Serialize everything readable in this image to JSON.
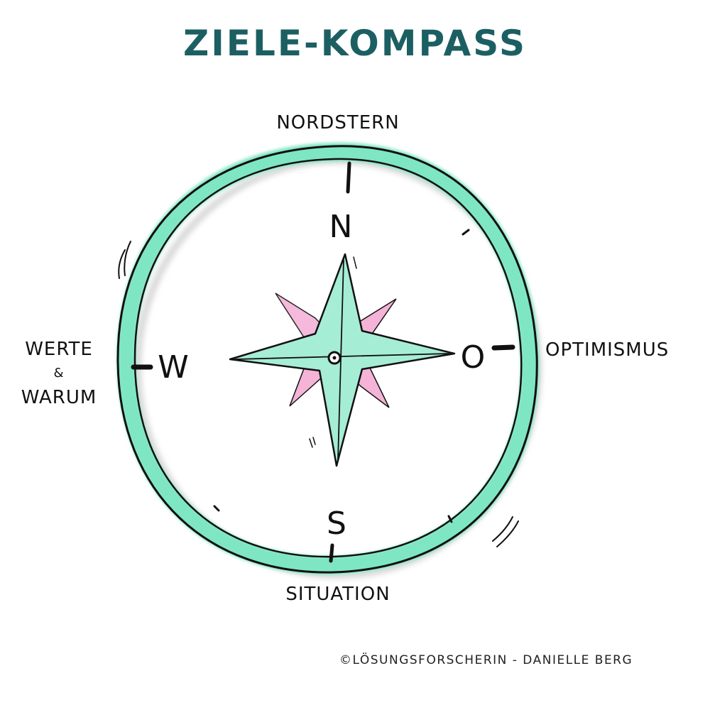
{
  "title": "ZIELE-KOMPASS",
  "labels": {
    "north": "NORDSTERN",
    "east": "OPTIMISMUS",
    "south": "SITUATION",
    "west_line1": "WERTE",
    "west_amp": "&",
    "west_line2": "WARUM"
  },
  "compass_letters": {
    "n": "N",
    "o": "O",
    "s": "S",
    "w": "W"
  },
  "copyright": "©LÖSUNGSFORSCHERIN - DANIELLE BERG",
  "colors": {
    "title": "#1c5f63",
    "ring": "#7ee6c3",
    "star": "#a6edd5",
    "petals": "#f5b3d8",
    "ink": "#111111"
  }
}
